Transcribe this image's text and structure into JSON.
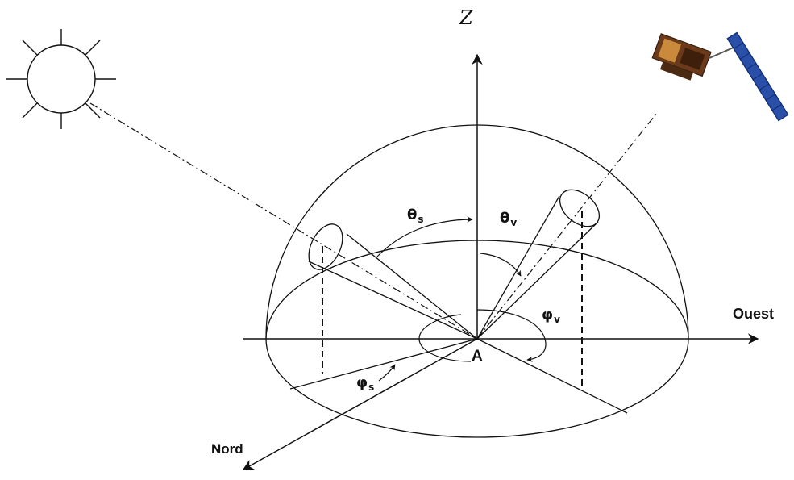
{
  "labels": {
    "z_axis": "Z",
    "west_axis": "Ouest",
    "north_axis": "Nord",
    "origin_point": "A",
    "theta_s": {
      "symbol": "θ",
      "sub": "s"
    },
    "theta_v": {
      "symbol": "θ",
      "sub": "v"
    },
    "phi_v": {
      "symbol": "φ",
      "sub": "v"
    },
    "phi_s": {
      "symbol": "φ",
      "sub": "s"
    }
  },
  "icons": {
    "sun": "sun-icon",
    "satellite": "satellite-icon"
  },
  "colors": {
    "line": "#111111",
    "panel": "#2a4fa8",
    "panel_edge": "#0d2a6e",
    "sat_body": "#6b3a1a",
    "sat_foil": "#c98a3c"
  }
}
